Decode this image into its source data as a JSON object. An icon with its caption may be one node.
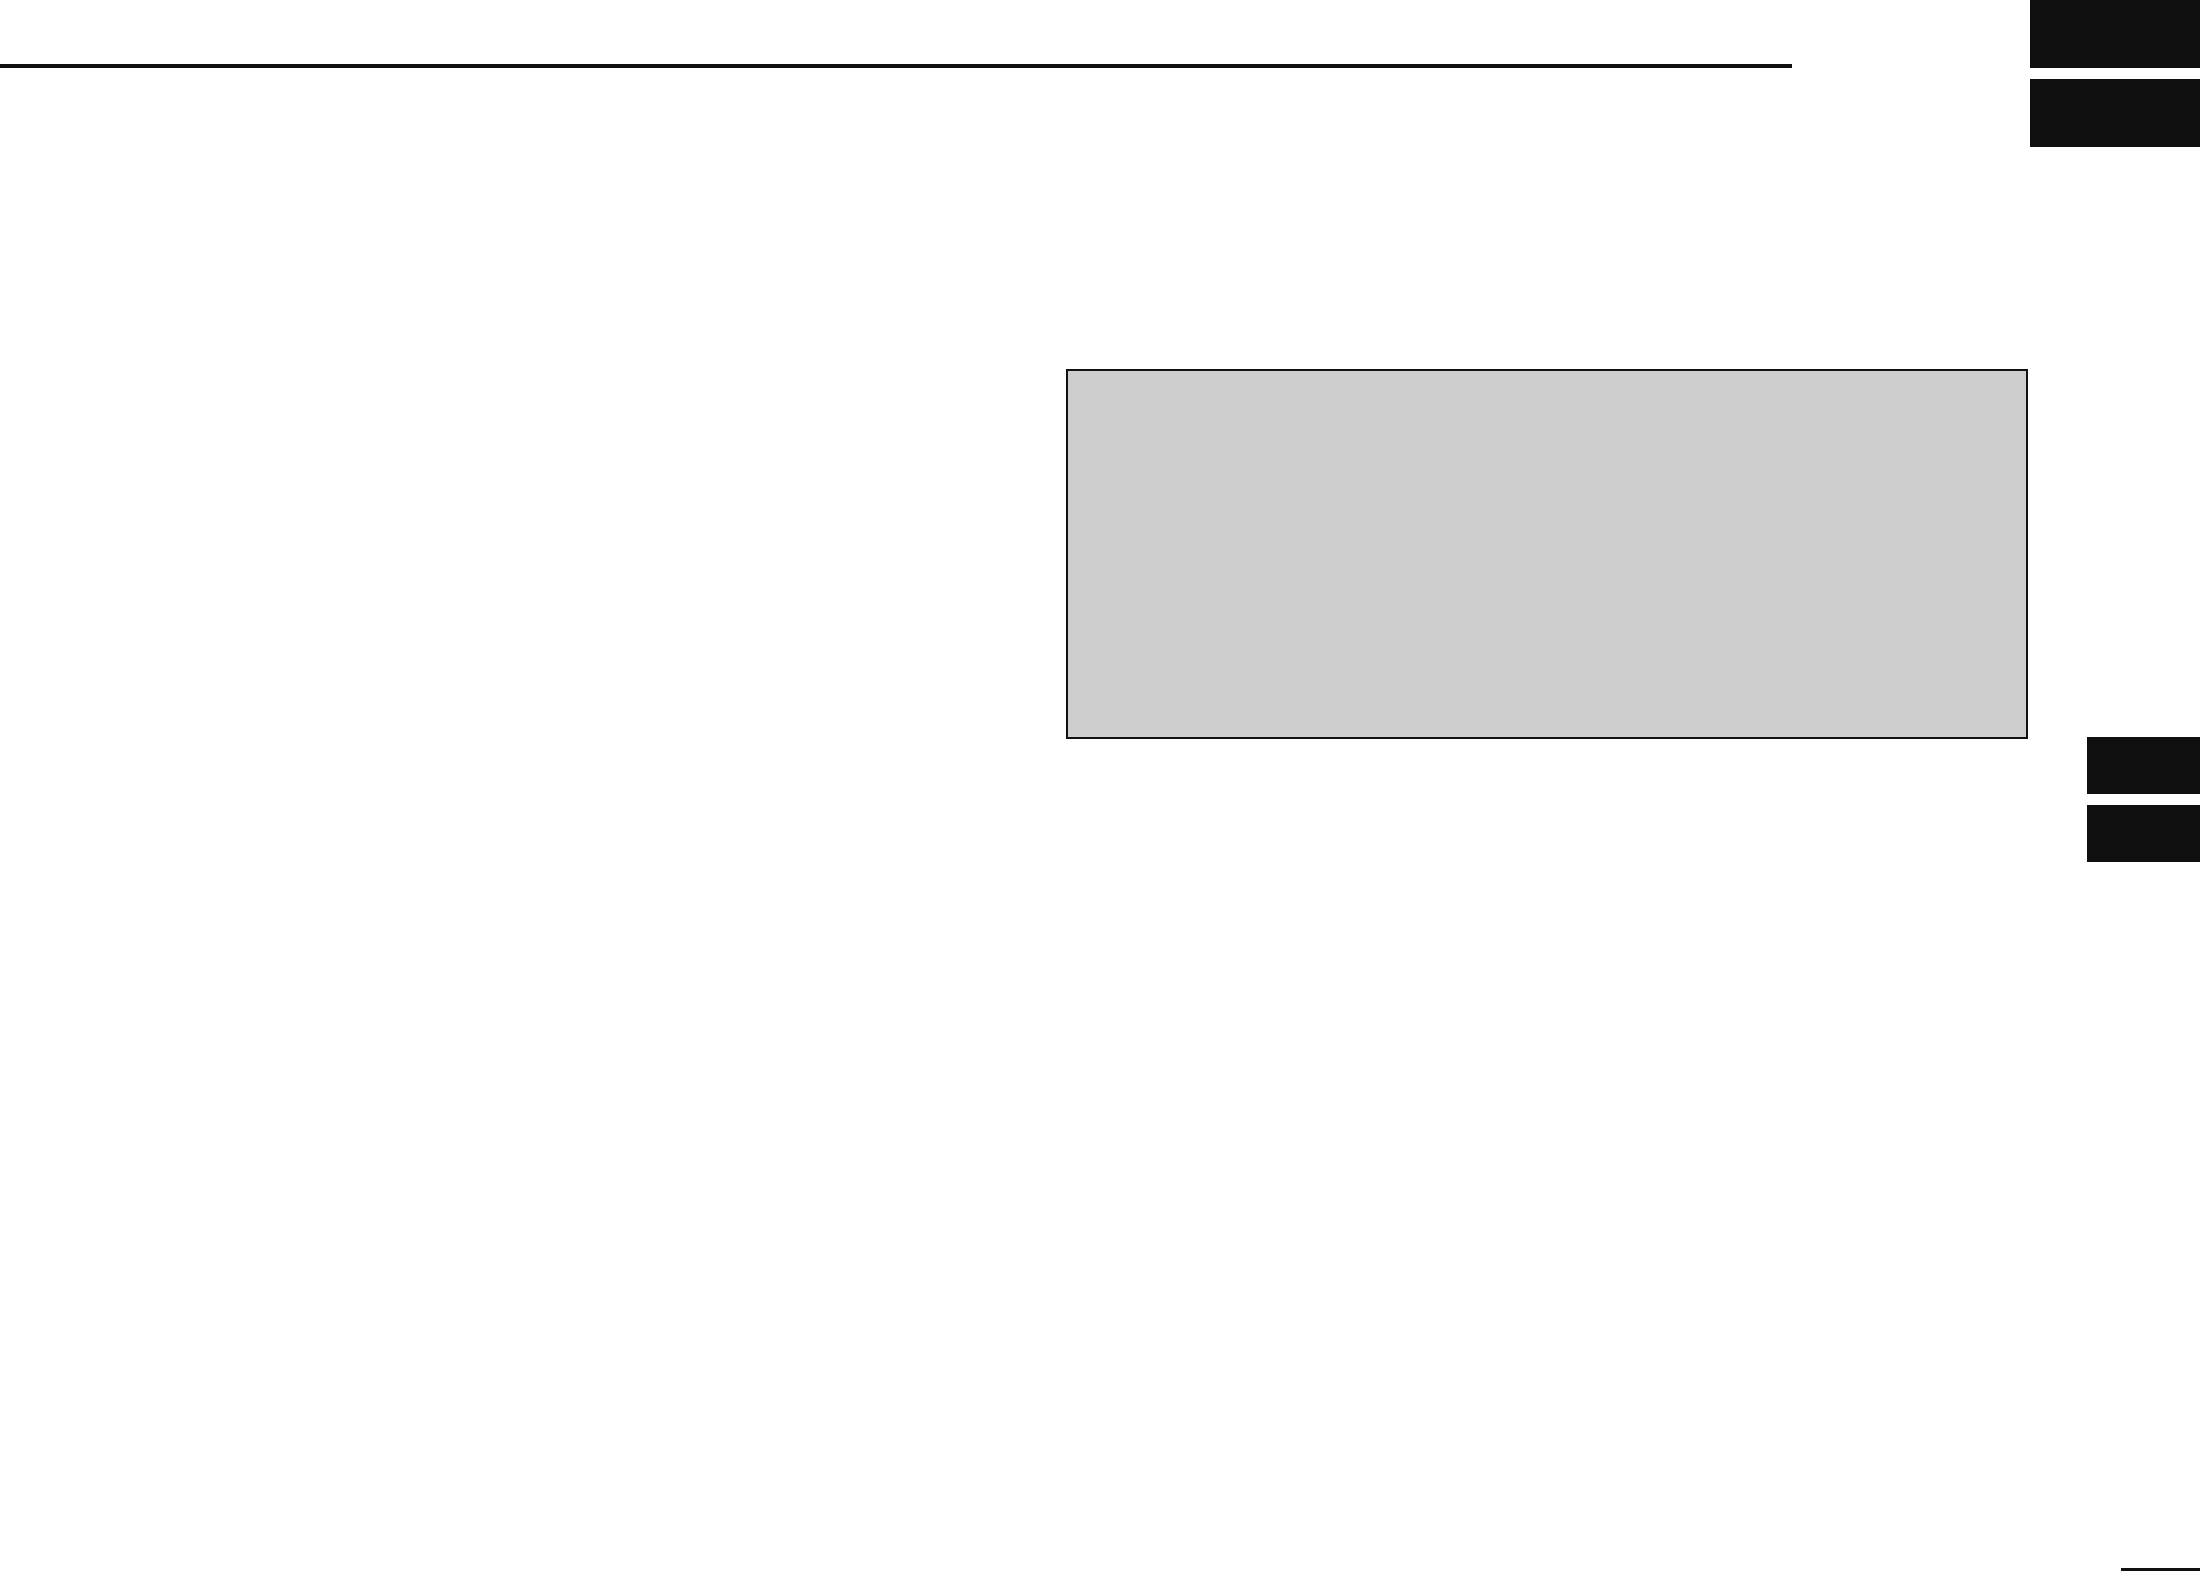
{
  "diagram": {
    "nodes": [
      {
        "text": [],
        "shape": "bar"
      },
      {
        "text": [],
        "shape": "bar"
      },
      {
        "text": [],
        "shape": "box"
      },
      {
        "text": [],
        "shape": "bar"
      },
      {
        "text": [],
        "shape": "bar"
      }
    ]
  }
}
